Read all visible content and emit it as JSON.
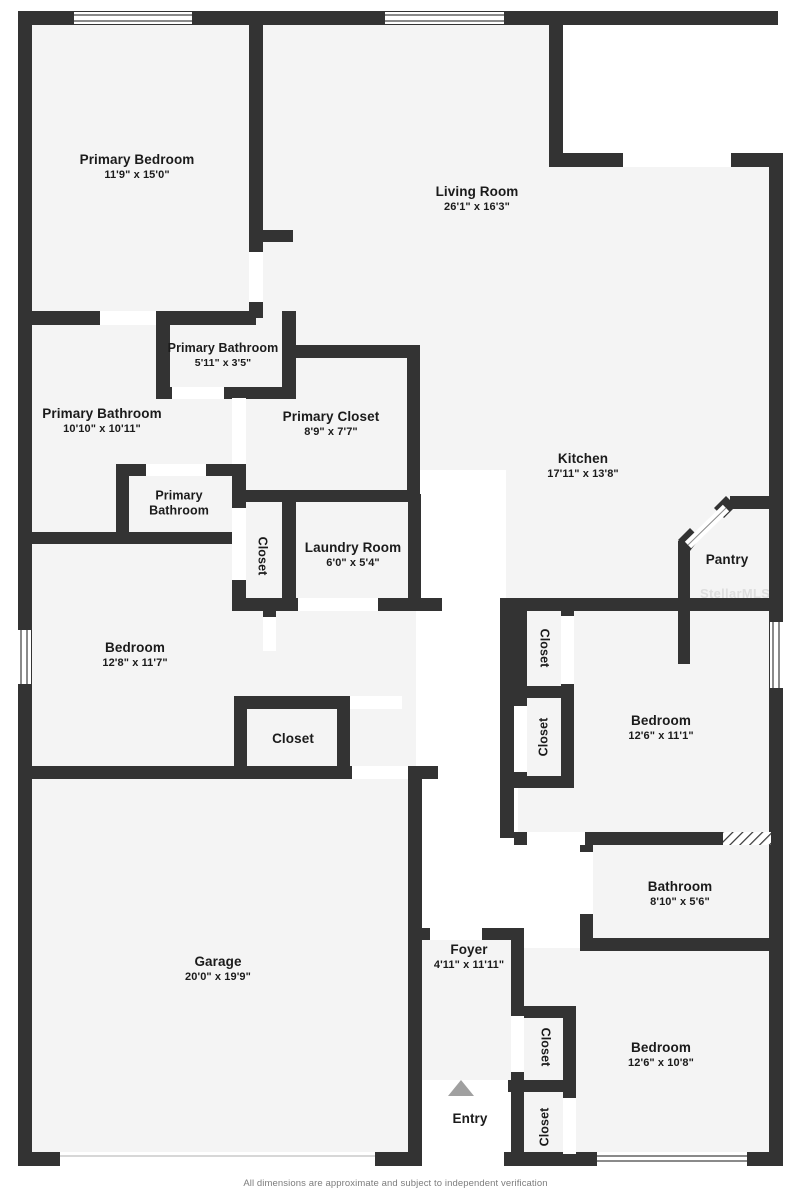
{
  "document": {
    "type": "residential-floor-plan",
    "footer_note": "All dimensions are approximate and subject to independent verification",
    "watermark": "StellarMLS",
    "background_color": "#ffffff",
    "wall_color": "#333333",
    "room_fill_color": "#f4f4f4",
    "opening_color": "#ffffff",
    "text_color": "#1b1b1b",
    "entry_arrow_color": "#a0a0a0"
  },
  "rooms": [
    {
      "id": "primary-bedroom",
      "name": "Primary Bedroom",
      "dimensions": "11'9\" x 15'0\""
    },
    {
      "id": "living-room",
      "name": "Living Room",
      "dimensions": "26'1\" x 16'3\""
    },
    {
      "id": "primary-bathroom-small",
      "name": "Primary Bathroom",
      "dimensions": "5'11\" x 3'5\""
    },
    {
      "id": "primary-bathroom-main",
      "name": "Primary Bathroom",
      "dimensions": "10'10\" x 10'11\""
    },
    {
      "id": "primary-closet",
      "name": "Primary Closet",
      "dimensions": "8'9\" x 7'7\""
    },
    {
      "id": "primary-bathroom-water-closet",
      "name": "Primary Bathroom",
      "dimensions": ""
    },
    {
      "id": "closet-laundry",
      "name": "Closet",
      "dimensions": ""
    },
    {
      "id": "laundry-room",
      "name": "Laundry Room",
      "dimensions": "6'0\" x 5'4\""
    },
    {
      "id": "kitchen",
      "name": "Kitchen",
      "dimensions": "17'11\" x 13'8\""
    },
    {
      "id": "pantry",
      "name": "Pantry",
      "dimensions": ""
    },
    {
      "id": "bedroom-left",
      "name": "Bedroom",
      "dimensions": "12'8\" x 11'7\""
    },
    {
      "id": "closet-bedroom-left",
      "name": "Closet",
      "dimensions": ""
    },
    {
      "id": "closet-bedroom-right-upper",
      "name": "Closet",
      "dimensions": ""
    },
    {
      "id": "closet-bedroom-right-lower",
      "name": "Closet",
      "dimensions": ""
    },
    {
      "id": "bedroom-right-upper",
      "name": "Bedroom",
      "dimensions": "12'6\" x 11'1\""
    },
    {
      "id": "bathroom",
      "name": "Bathroom",
      "dimensions": "8'10\" x 5'6\""
    },
    {
      "id": "garage",
      "name": "Garage",
      "dimensions": "20'0\" x 19'9\""
    },
    {
      "id": "foyer",
      "name": "Foyer",
      "dimensions": "4'11\" x 11'11\""
    },
    {
      "id": "closet-foyer-upper",
      "name": "Closet",
      "dimensions": ""
    },
    {
      "id": "closet-foyer-lower",
      "name": "Closet",
      "dimensions": ""
    },
    {
      "id": "bedroom-right-lower",
      "name": "Bedroom",
      "dimensions": "12'6\" x 10'8\""
    },
    {
      "id": "entry",
      "name": "Entry",
      "dimensions": ""
    }
  ]
}
